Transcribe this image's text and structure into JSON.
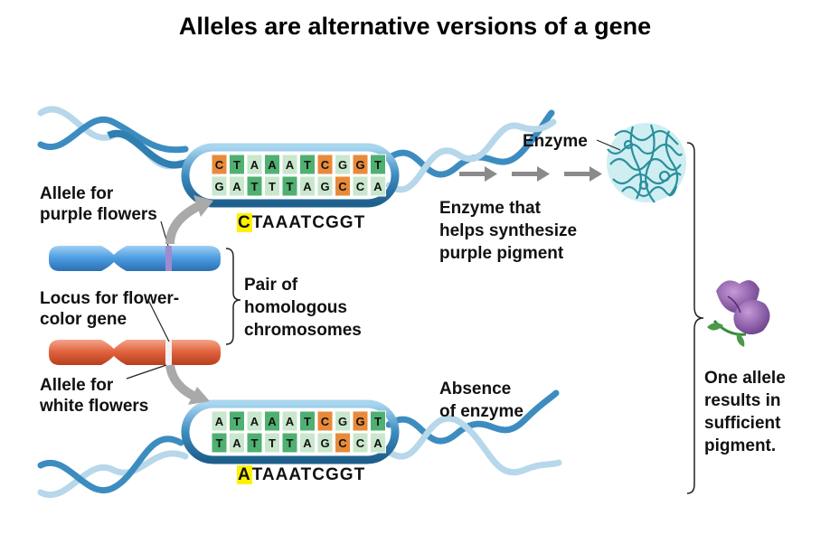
{
  "title": "Alleles are alternative versions of a gene",
  "labels": {
    "allele_purple": "Allele for purple flowers",
    "allele_purple_line1": "Allele for",
    "allele_purple_line2": "purple flowers",
    "locus_line1": "Locus for flower-",
    "locus_line2": "color gene",
    "allele_white_line1": "Allele for",
    "allele_white_line2": "white flowers",
    "pair_line1": "Pair of",
    "pair_line2": "homologous",
    "pair_line3": "chromosomes",
    "enzyme": "Enzyme",
    "enzyme_desc_line1": "Enzyme that",
    "enzyme_desc_line2": "helps synthesize",
    "enzyme_desc_line3": "purple pigment",
    "absence_line1": "Absence",
    "absence_line2": "of enzyme",
    "result_line1": "One allele",
    "result_line2": "results in",
    "result_line3": "sufficient",
    "result_line4": "pigment."
  },
  "sequences": {
    "top": {
      "first": "C",
      "rest": "TAAATCGGT"
    },
    "bottom": {
      "first": "A",
      "rest": "TAAATCGGT"
    }
  },
  "dna_top": {
    "upper": [
      "C",
      "T",
      "A",
      "A",
      "A",
      "T",
      "C",
      "G",
      "G",
      "T"
    ],
    "lower": [
      "G",
      "A",
      "T",
      "T",
      "T",
      "A",
      "G",
      "C",
      "C",
      "A"
    ]
  },
  "dna_bottom": {
    "upper": [
      "A",
      "T",
      "A",
      "A",
      "A",
      "T",
      "C",
      "G",
      "G",
      "T"
    ],
    "lower": [
      "T",
      "A",
      "T",
      "T",
      "T",
      "A",
      "G",
      "C",
      "C",
      "A"
    ]
  },
  "colors": {
    "base_light": "#c9e7cd",
    "base_green": "#4fb072",
    "base_orange": "#e88a3a",
    "helix": "#2f7fb0",
    "chrom_blue": "#4b9be0",
    "chrom_red": "#e0603c",
    "enzyme": "#3aa5b0",
    "flower": "#8a56a8",
    "highlight": "#fff200"
  },
  "icons": [
    "dna-helix-icon",
    "chromosome-icon",
    "enzyme-protein-icon",
    "purple-flower-icon",
    "arrow-icon",
    "brace-icon"
  ]
}
